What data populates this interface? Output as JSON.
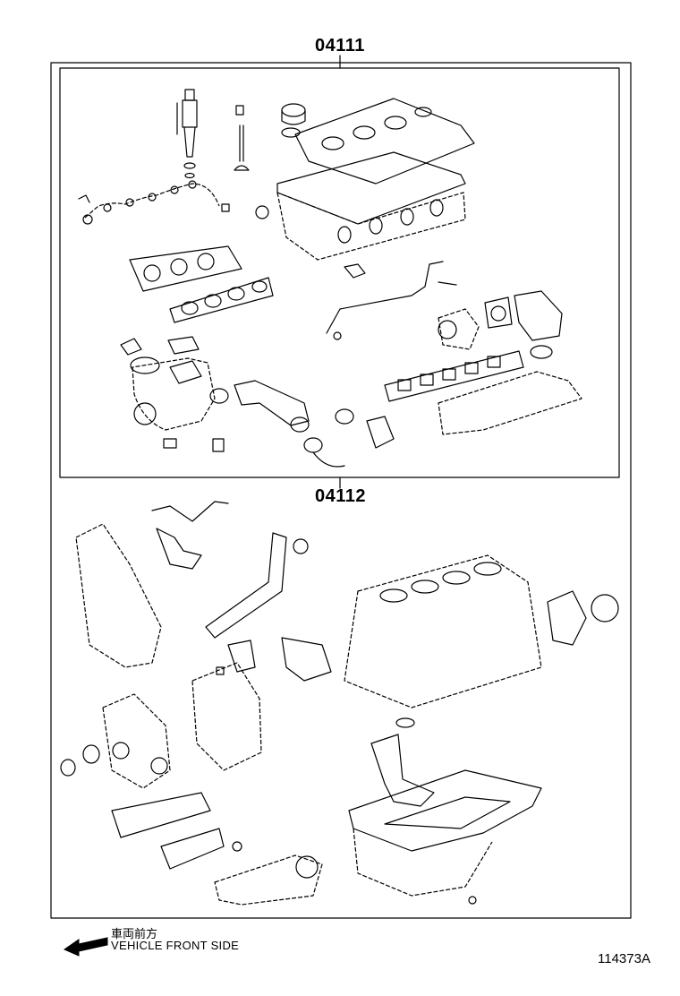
{
  "labels": {
    "kit_upper": "04111",
    "kit_lower": "04112"
  },
  "direction": {
    "japanese": "車両前方",
    "english": "VEHICLE FRONT SIDE",
    "icon": "arrow-left-icon"
  },
  "figure_number": "114373A",
  "colors": {
    "line": "#000000",
    "background": "#ffffff"
  }
}
